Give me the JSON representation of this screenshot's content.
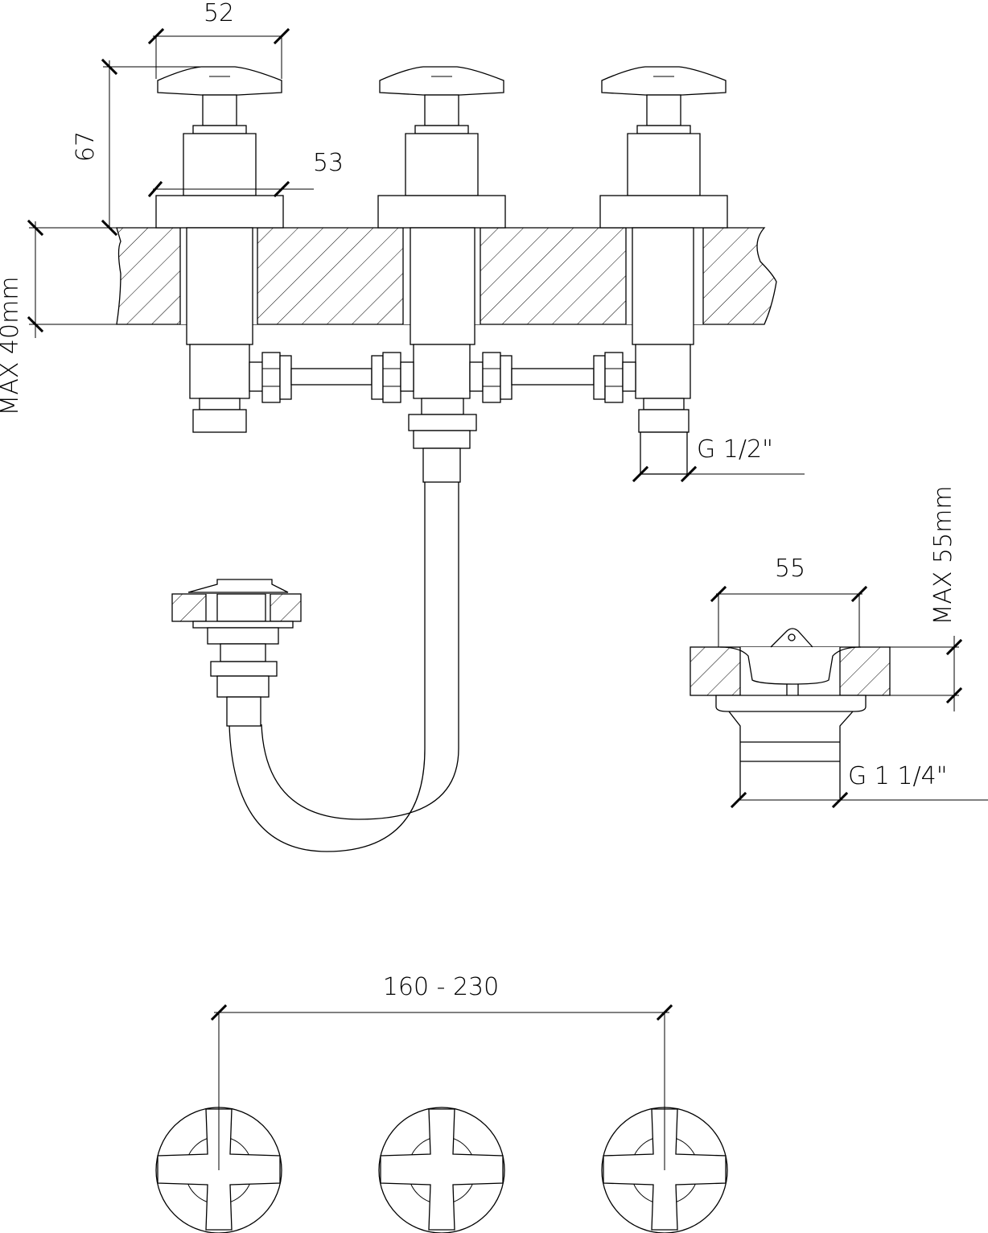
{
  "drawing": {
    "dimensions": {
      "handle_width": "52",
      "handle_height": "67",
      "flange_width": "53",
      "deck_max": "MAX  40mm",
      "inlet_thread": "G  1/2\"",
      "drain_width": "55",
      "drain_max": "MAX  55mm",
      "drain_thread": "G  1  1/4\"",
      "spacing": "160  -  230"
    },
    "colors": {
      "line": "#000000",
      "background": "#ffffff"
    }
  }
}
